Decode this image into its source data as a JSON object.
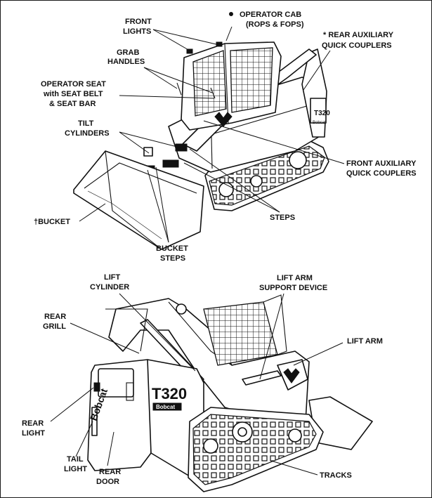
{
  "top_labels": {
    "operator_cab_1": "OPERATOR CAB",
    "operator_cab_2": "(ROPS & FOPS)",
    "front_lights_1": "FRONT",
    "front_lights_2": "LIGHTS",
    "rear_aux_1": "* REAR AUXILIARY",
    "rear_aux_2": "QUICK COUPLERS",
    "grab_handles_1": "GRAB",
    "grab_handles_2": "HANDLES",
    "operator_seat_1": "OPERATOR SEAT",
    "operator_seat_2": "with SEAT BELT",
    "operator_seat_3": "& SEAT BAR",
    "tilt_cyl_1": "TILT",
    "tilt_cyl_2": "CYLINDERS",
    "front_aux_1": "FRONT AUXILIARY",
    "front_aux_2": "QUICK COUPLERS",
    "bucket": "†BUCKET",
    "steps": "STEPS",
    "bucket_steps_1": "BUCKET",
    "bucket_steps_2": "STEPS"
  },
  "bottom_labels": {
    "lift_cyl_1": "LIFT",
    "lift_cyl_2": "CYLINDER",
    "lift_arm_support_1": "LIFT ARM",
    "lift_arm_support_2": "SUPPORT DEVICE",
    "rear_grill_1": "REAR",
    "rear_grill_2": "GRILL",
    "lift_arm": "LIFT ARM",
    "rear_light_1": "REAR",
    "rear_light_2": "LIGHT",
    "tail_light_1": "TAIL",
    "tail_light_2": "LIGHT",
    "rear_door_1": "REAR",
    "rear_door_2": "DOOR",
    "tracks": "TRACKS"
  },
  "machine_markings": {
    "model_front": "T320",
    "brand_front": "Bobcat",
    "model_rear": "T320",
    "brand_rear_badge": "Bobcat",
    "brand_rear_large": "Bobcat"
  },
  "icons": [
    "cab-marker-dot-icon",
    "bobcat-logo-icon"
  ]
}
